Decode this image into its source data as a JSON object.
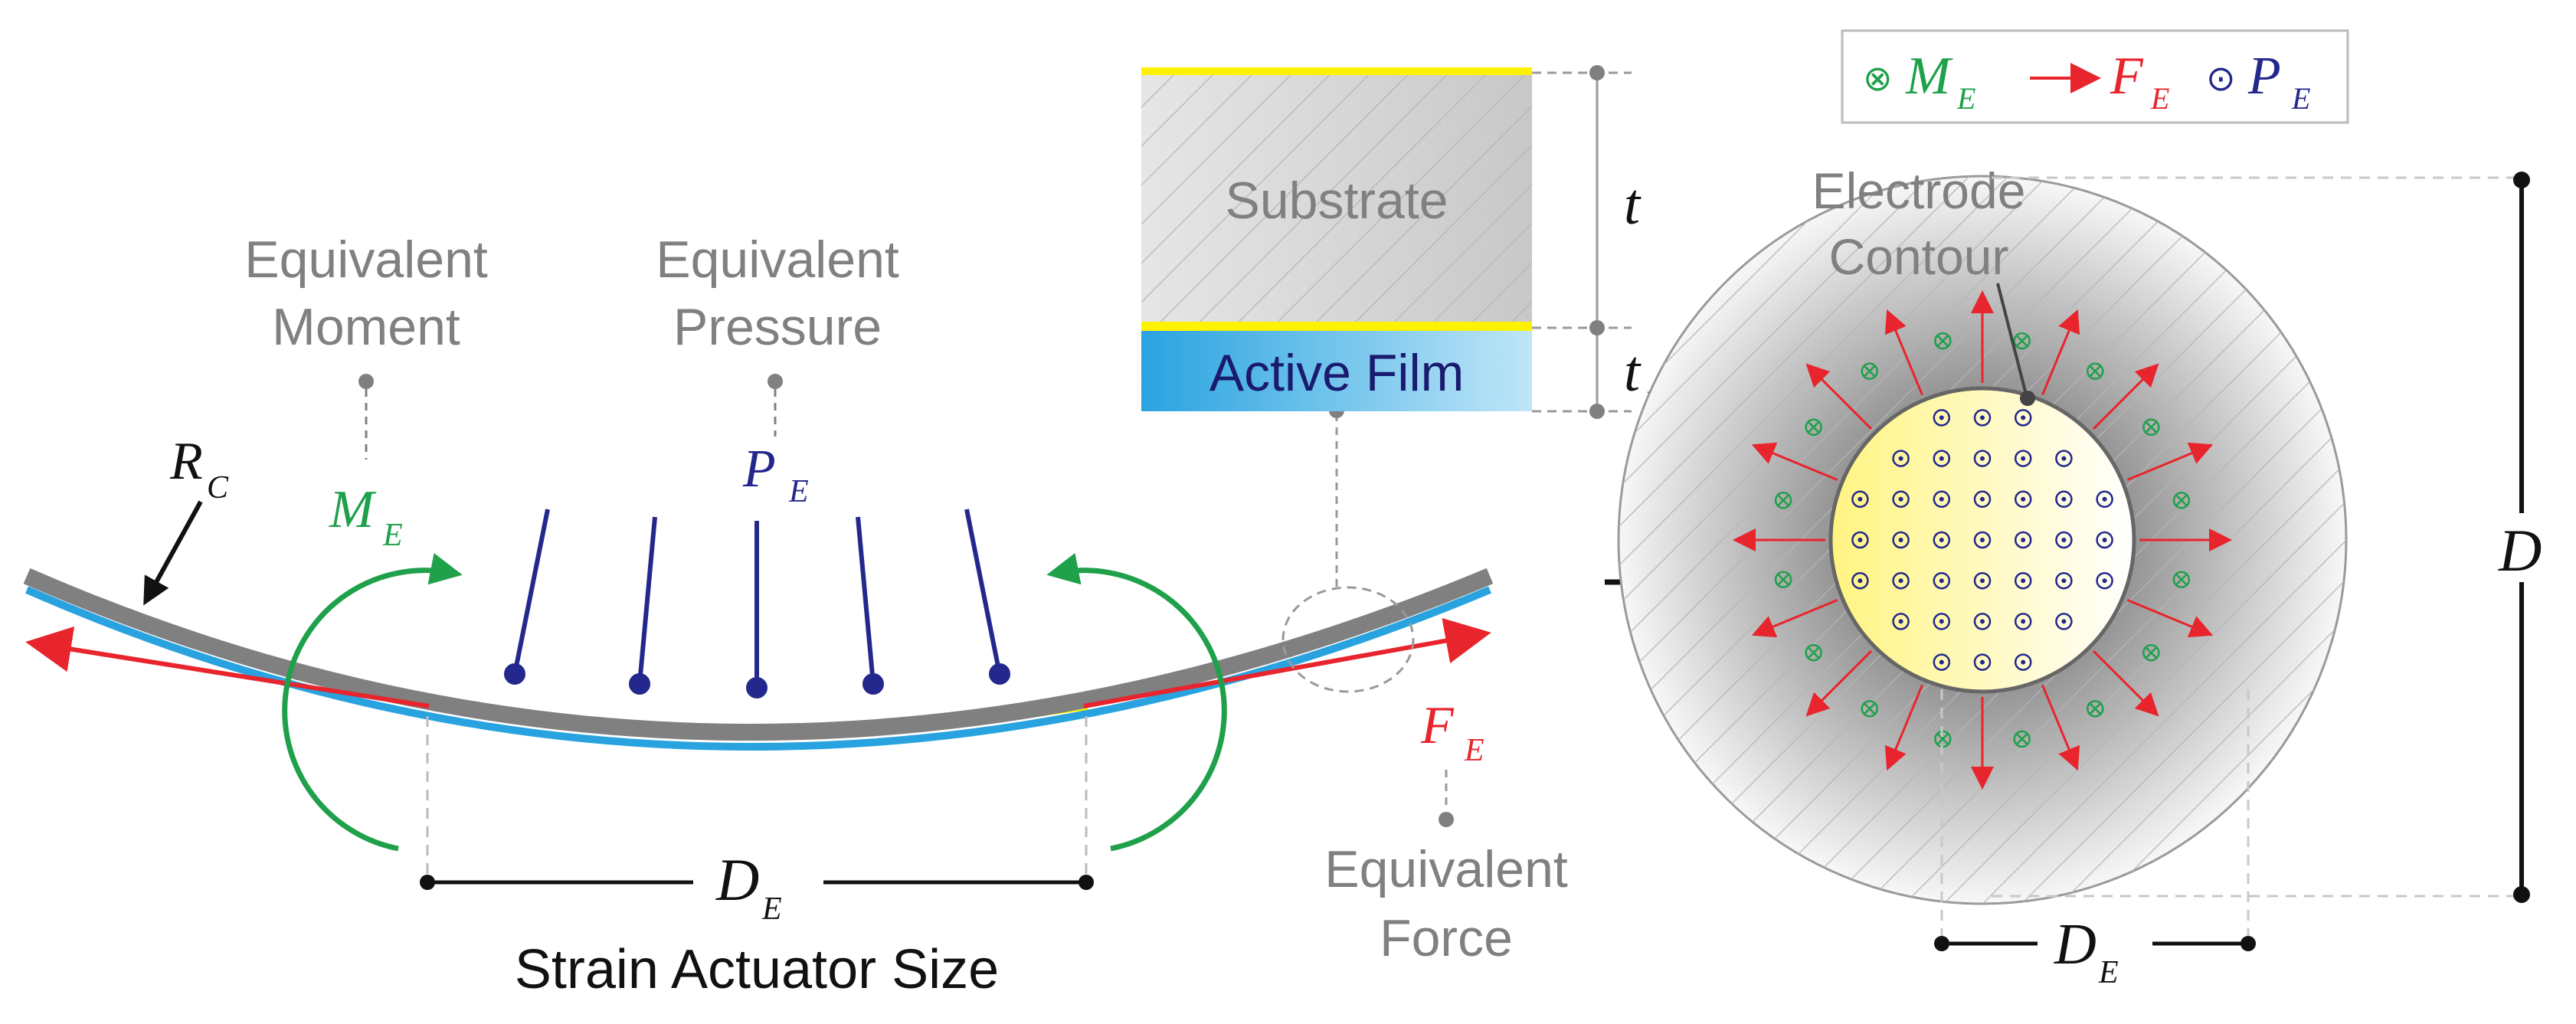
{
  "labels": {
    "equivalent_moment": [
      "Equivalent",
      "Moment"
    ],
    "equivalent_pressure": [
      "Equivalent",
      "Pressure"
    ],
    "equivalent_force": [
      "Equivalent",
      "Force"
    ],
    "strain_actuator_size": "Strain Actuator Size",
    "substrate": "Substrate",
    "active_film": "Active Film",
    "electrode_contour": [
      "Electrode",
      "Contour"
    ]
  },
  "symbols": {
    "R": "R",
    "C": "C",
    "M": "M",
    "P": "P",
    "F": "F",
    "E": "E",
    "D": "D",
    "t": "t",
    "p": "p"
  },
  "legend_glyphs": {
    "moment": "⊗",
    "pressure": "⊙"
  },
  "colors": {
    "moment_green": "#1fa04a",
    "pressure_blue": "#24288c",
    "force_red": "#e8242c",
    "beam_gray": "#808080",
    "film_blue": "#29a3e0",
    "electrode_yellow": "#fff200",
    "label_gray": "#808080"
  }
}
